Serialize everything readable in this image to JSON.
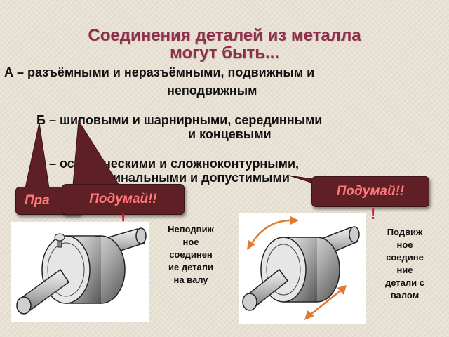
{
  "title": {
    "line1": "Соединения деталей из металла",
    "line2": "могут быть..."
  },
  "options": {
    "a_line1": "А – разъёмными и неразъёмными, подвижным и",
    "a_line2": "неподвижным",
    "b_line1": "Б – шиповыми и шарнирными, серединными",
    "b_line2": "и концевыми",
    "c_line1": "В – осторическими и сложноконтурными,",
    "c_line2": "номинальными и допустимыми"
  },
  "callouts": {
    "correct": "Пра",
    "think_left": "Подумай!!",
    "think_right": "Подумай!!"
  },
  "exclamations": {
    "left": "!",
    "right": "!"
  },
  "captions": {
    "fixed": [
      "Неподвиж",
      "ное",
      "соединен",
      "ие детали",
      "на валу"
    ],
    "moving": [
      "Подвиж",
      "ное",
      "соедине",
      "ние",
      "детали с",
      "валом"
    ]
  },
  "colors": {
    "title": "#8e2f4b",
    "callout_bg": "#5e2024",
    "callout_text": "#ff7777",
    "arrow": "#e07a32",
    "background": "#ece6da"
  }
}
